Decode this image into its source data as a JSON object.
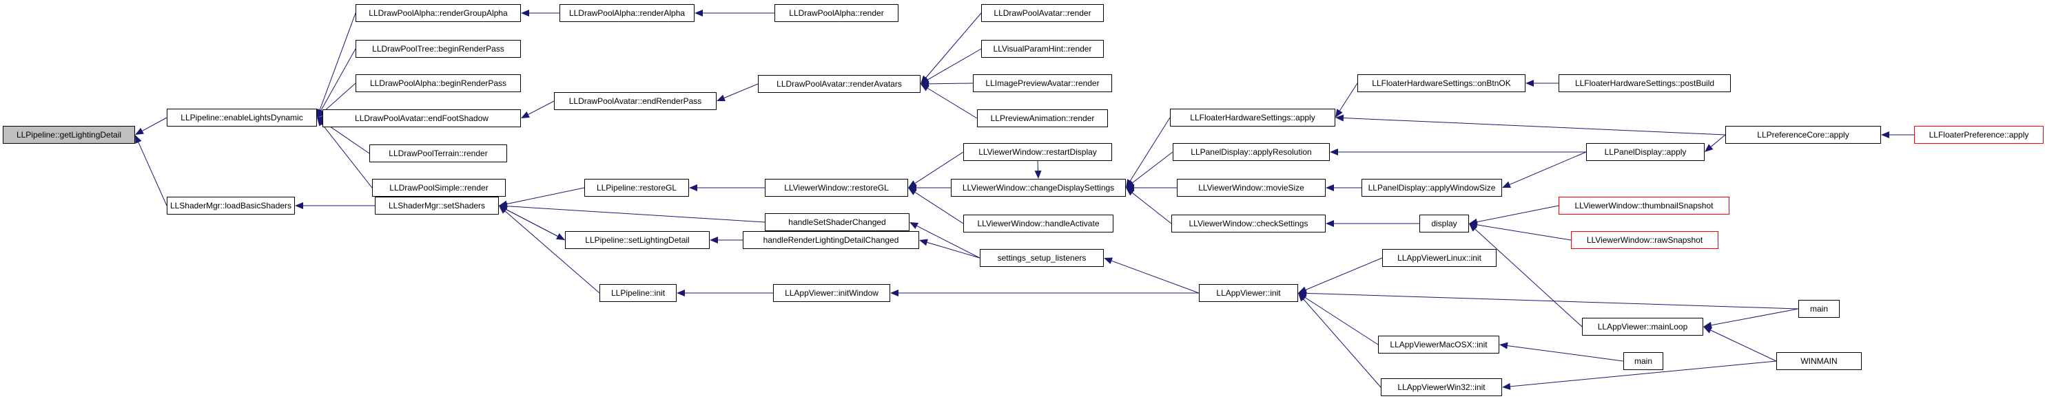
{
  "colors": {
    "edge": "#191970",
    "border": "#000000",
    "root_fill": "#bfbfbf",
    "truncated_border": "#ff0000"
  },
  "nodes": [
    {
      "id": "root",
      "label": "LLPipeline::getLightingDetail",
      "root": true
    },
    {
      "id": "enable",
      "label": "LLPipeline::enableLightsDynamic"
    },
    {
      "id": "loadBasic",
      "label": "LLShaderMgr::loadBasicShaders"
    },
    {
      "id": "renderGroupAlpha",
      "label": "LLDrawPoolAlpha::renderGroupAlpha"
    },
    {
      "id": "renderAlpha",
      "label": "LLDrawPoolAlpha::renderAlpha"
    },
    {
      "id": "alphaRender",
      "label": "LLDrawPoolAlpha::render"
    },
    {
      "id": "treeBegin",
      "label": "LLDrawPoolTree::beginRenderPass"
    },
    {
      "id": "alphaBegin",
      "label": "LLDrawPoolAlpha::beginRenderPass"
    },
    {
      "id": "endFootShadow",
      "label": "LLDrawPoolAvatar::endFootShadow"
    },
    {
      "id": "endRenderPass",
      "label": "LLDrawPoolAvatar::endRenderPass"
    },
    {
      "id": "renderAvatars",
      "label": "LLDrawPoolAvatar::renderAvatars"
    },
    {
      "id": "avatarRender",
      "label": "LLDrawPoolAvatar::render"
    },
    {
      "id": "visualHint",
      "label": "LLVisualParamHint::render"
    },
    {
      "id": "imagePreview",
      "label": "LLImagePreviewAvatar::render"
    },
    {
      "id": "previewAnim",
      "label": "LLPreviewAnimation::render"
    },
    {
      "id": "terrain",
      "label": "LLDrawPoolTerrain::render"
    },
    {
      "id": "simple",
      "label": "LLDrawPoolSimple::render"
    },
    {
      "id": "setShaders",
      "label": "LLShaderMgr::setShaders"
    },
    {
      "id": "restoreGL",
      "label": "LLPipeline::restoreGL"
    },
    {
      "id": "vwRestoreGL",
      "label": "LLViewerWindow::restoreGL"
    },
    {
      "id": "restartDisplay",
      "label": "LLViewerWindow::restartDisplay"
    },
    {
      "id": "changeDisplay",
      "label": "LLViewerWindow::changeDisplaySettings"
    },
    {
      "id": "handleActivate",
      "label": "LLViewerWindow::handleActivate"
    },
    {
      "id": "floaterApply",
      "label": "LLFloaterHardwareSettings::apply"
    },
    {
      "id": "onBtnOK",
      "label": "LLFloaterHardwareSettings::onBtnOK"
    },
    {
      "id": "postBuild",
      "label": "LLFloaterHardwareSettings::postBuild"
    },
    {
      "id": "prefCoreApply",
      "label": "LLPreferenceCore::apply"
    },
    {
      "id": "floaterPrefApply",
      "label": "LLFloaterPreference::apply",
      "truncated": true
    },
    {
      "id": "applyResolution",
      "label": "LLPanelDisplay::applyResolution"
    },
    {
      "id": "panelApply",
      "label": "LLPanelDisplay::apply"
    },
    {
      "id": "movieSize",
      "label": "LLViewerWindow::movieSize"
    },
    {
      "id": "applyWindowSize",
      "label": "LLPanelDisplay::applyWindowSize"
    },
    {
      "id": "checkSettings",
      "label": "LLViewerWindow::checkSettings"
    },
    {
      "id": "display",
      "label": "display"
    },
    {
      "id": "thumbnail",
      "label": "LLViewerWindow::thumbnailSnapshot",
      "truncated": true
    },
    {
      "id": "rawSnapshot",
      "label": "LLViewerWindow::rawSnapshot",
      "truncated": true
    },
    {
      "id": "handleSetShader",
      "label": "handleSetShaderChanged"
    },
    {
      "id": "setLighting",
      "label": "LLPipeline::setLightingDetail"
    },
    {
      "id": "handleRenderLighting",
      "label": "handleRenderLightingDetailChanged"
    },
    {
      "id": "settingsSetup",
      "label": "settings_setup_listeners"
    },
    {
      "id": "pipelineInit",
      "label": "LLPipeline::init"
    },
    {
      "id": "initWindow",
      "label": "LLAppViewer::initWindow"
    },
    {
      "id": "appInit",
      "label": "LLAppViewer::init"
    },
    {
      "id": "linuxInit",
      "label": "LLAppViewerLinux::init"
    },
    {
      "id": "mainLoop",
      "label": "LLAppViewer::mainLoop"
    },
    {
      "id": "main1",
      "label": "main"
    },
    {
      "id": "winmain",
      "label": "WINMAIN"
    },
    {
      "id": "macInit",
      "label": "LLAppViewerMacOSX::init"
    },
    {
      "id": "main2",
      "label": "main"
    },
    {
      "id": "win32Init",
      "label": "LLAppViewerWin32::init"
    }
  ],
  "edges": [
    [
      "enable",
      "root"
    ],
    [
      "loadBasic",
      "root"
    ],
    [
      "renderGroupAlpha",
      "enable"
    ],
    [
      "treeBegin",
      "enable"
    ],
    [
      "alphaBegin",
      "enable"
    ],
    [
      "endFootShadow",
      "enable"
    ],
    [
      "terrain",
      "enable"
    ],
    [
      "simple",
      "enable"
    ],
    [
      "renderAlpha",
      "renderGroupAlpha"
    ],
    [
      "alphaRender",
      "renderAlpha"
    ],
    [
      "endRenderPass",
      "endFootShadow"
    ],
    [
      "renderAvatars",
      "endRenderPass"
    ],
    [
      "avatarRender",
      "renderAvatars"
    ],
    [
      "visualHint",
      "renderAvatars"
    ],
    [
      "imagePreview",
      "renderAvatars"
    ],
    [
      "previewAnim",
      "renderAvatars"
    ],
    [
      "setShaders",
      "loadBasic"
    ],
    [
      "restoreGL",
      "setShaders"
    ],
    [
      "handleSetShader",
      "setShaders"
    ],
    [
      "setLighting",
      "setShaders"
    ],
    [
      "pipelineInit",
      "setShaders"
    ],
    [
      "setShaders",
      "setLighting"
    ],
    [
      "vwRestoreGL",
      "restoreGL"
    ],
    [
      "restartDisplay",
      "vwRestoreGL"
    ],
    [
      "changeDisplay",
      "vwRestoreGL"
    ],
    [
      "handleActivate",
      "vwRestoreGL"
    ],
    [
      "restartDisplay",
      "changeDisplay"
    ],
    [
      "floaterApply",
      "changeDisplay"
    ],
    [
      "applyResolution",
      "changeDisplay"
    ],
    [
      "movieSize",
      "changeDisplay"
    ],
    [
      "checkSettings",
      "changeDisplay"
    ],
    [
      "onBtnOK",
      "floaterApply"
    ],
    [
      "prefCoreApply",
      "floaterApply"
    ],
    [
      "postBuild",
      "onBtnOK"
    ],
    [
      "floaterPrefApply",
      "prefCoreApply"
    ],
    [
      "panelApply",
      "applyResolution"
    ],
    [
      "prefCoreApply",
      "panelApply"
    ],
    [
      "applyWindowSize",
      "movieSize"
    ],
    [
      "panelApply",
      "applyWindowSize"
    ],
    [
      "display",
      "checkSettings"
    ],
    [
      "thumbnail",
      "display"
    ],
    [
      "rawSnapshot",
      "display"
    ],
    [
      "mainLoop",
      "display"
    ],
    [
      "settingsSetup",
      "handleSetShader"
    ],
    [
      "handleRenderLighting",
      "setLighting"
    ],
    [
      "settingsSetup",
      "handleRenderLighting"
    ],
    [
      "appInit",
      "settingsSetup"
    ],
    [
      "initWindow",
      "pipelineInit"
    ],
    [
      "appInit",
      "initWindow"
    ],
    [
      "linuxInit",
      "appInit"
    ],
    [
      "main1",
      "appInit"
    ],
    [
      "macInit",
      "appInit"
    ],
    [
      "win32Init",
      "appInit"
    ],
    [
      "main1",
      "mainLoop"
    ],
    [
      "winmain",
      "mainLoop"
    ],
    [
      "main2",
      "macInit"
    ],
    [
      "winmain",
      "win32Init"
    ]
  ]
}
